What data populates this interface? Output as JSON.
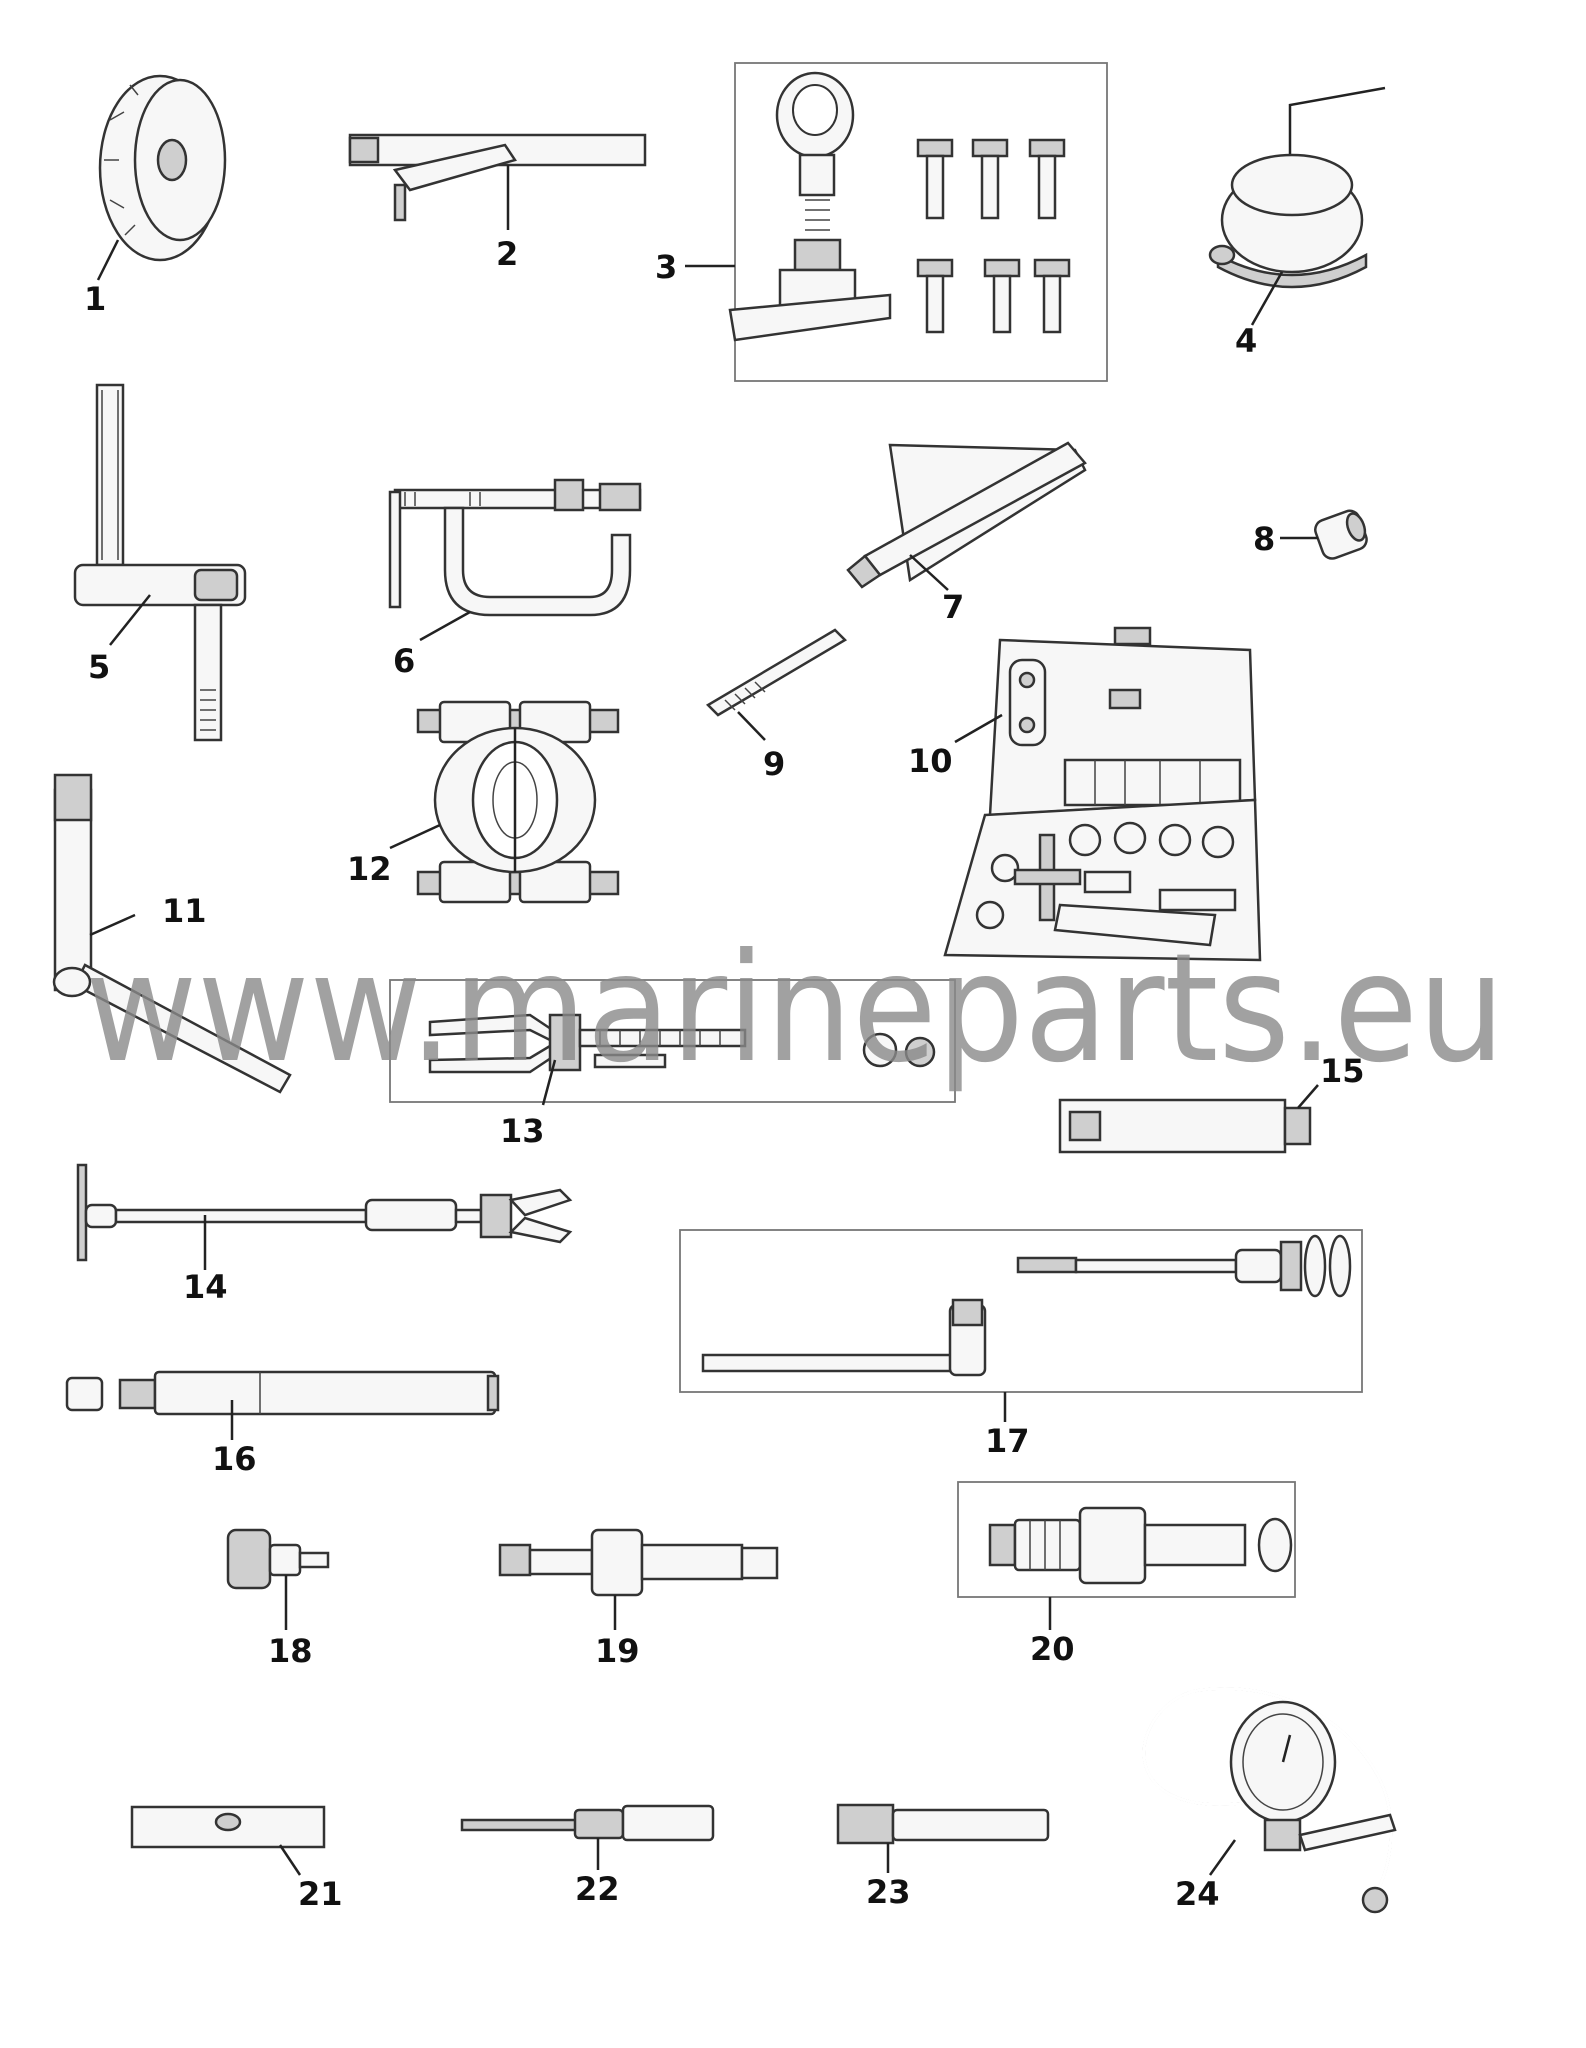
{
  "watermark": "www.marineparts.eu",
  "callouts": {
    "c1": "1",
    "c2": "2",
    "c3": "3",
    "c4": "4",
    "c5": "5",
    "c6": "6",
    "c7": "7",
    "c8": "8",
    "c9": "9",
    "c10": "10",
    "c11": "11",
    "c12": "12",
    "c13": "13",
    "c14": "14",
    "c15": "15",
    "c16": "16",
    "c17": "17",
    "c18": "18",
    "c19": "19",
    "c20": "20",
    "c21": "21",
    "c22": "22",
    "c23": "23",
    "c24": "24"
  }
}
